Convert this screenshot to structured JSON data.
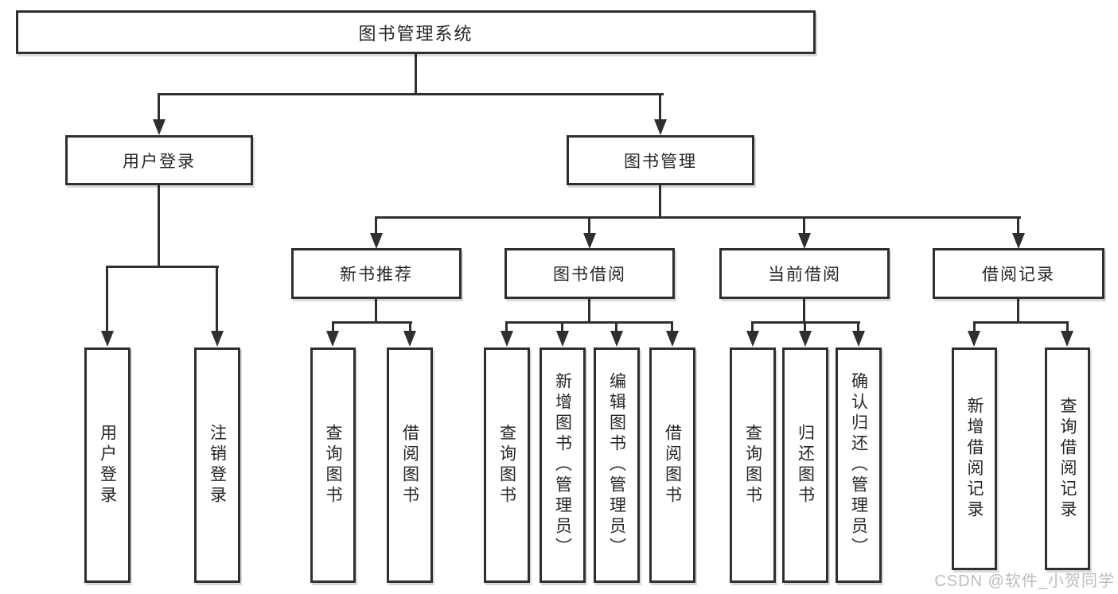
{
  "watermark": "CSDN @软件_小贺同学",
  "colors": {
    "line": "#2f2f2f",
    "text": "#262626",
    "watermark": "#bdbdbd",
    "box_fill": "#ffffff"
  },
  "tree": {
    "label": "图书管理系统",
    "children": [
      {
        "label": "用户登录",
        "children": [
          {
            "label": "用户登录"
          },
          {
            "label": "注销登录"
          }
        ]
      },
      {
        "label": "图书管理",
        "children": [
          {
            "label": "新书推荐",
            "children": [
              {
                "label": "查询图书"
              },
              {
                "label": "借阅图书"
              }
            ]
          },
          {
            "label": "图书借阅",
            "children": [
              {
                "label": "查询图书"
              },
              {
                "label": "新增图书（管理员）"
              },
              {
                "label": "编辑图书（管理员）"
              },
              {
                "label": "借阅图书"
              }
            ]
          },
          {
            "label": "当前借阅",
            "children": [
              {
                "label": "查询图书"
              },
              {
                "label": "归还图书"
              },
              {
                "label": "确认归还（管理员）"
              }
            ]
          },
          {
            "label": "借阅记录",
            "children": [
              {
                "label": "新增借阅记录"
              },
              {
                "label": "查询借阅记录"
              }
            ]
          }
        ]
      }
    ]
  }
}
